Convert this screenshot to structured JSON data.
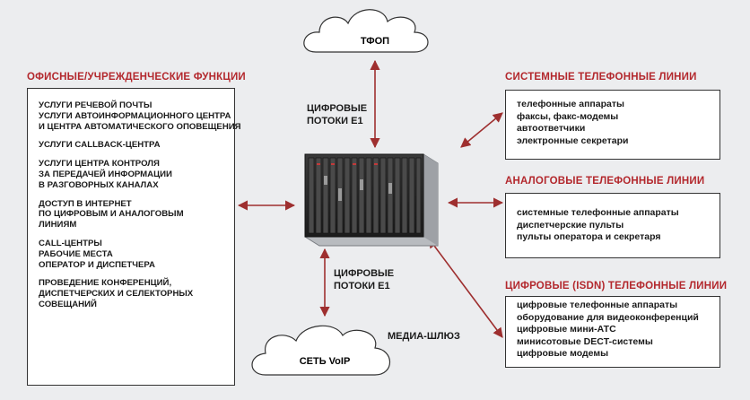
{
  "clouds": {
    "top": "ТФОП",
    "bottom": "СЕТЬ VoIP"
  },
  "center": {
    "top_label": [
      "ЦИФРОВЫЕ",
      "ПОТОКИ Е1"
    ],
    "bottom_label": [
      "ЦИФРОВЫЕ",
      "ПОТОКИ Е1"
    ],
    "gateway_label": "МЕДИА-ШЛЮЗ"
  },
  "left": {
    "heading": "ОФИСНЫЕ/УЧРЕЖДЕНЧЕСКИЕ ФУНКЦИИ",
    "groups": [
      [
        "УСЛУГИ РЕЧЕВОЙ ПОЧТЫ",
        "УСЛУГИ АВТОИНФОРМАЦИОННОГО ЦЕНТРА",
        "И ЦЕНТРА АВТОМАТИЧЕСКОГО ОПОВЕЩЕНИЯ"
      ],
      [
        "УСЛУГИ CALLBACK-ЦЕНТРА"
      ],
      [
        "УСЛУГИ ЦЕНТРА КОНТРОЛЯ",
        "ЗА ПЕРЕДАЧЕЙ ИНФОРМАЦИИ",
        "В РАЗГОВОРНЫХ КАНАЛАХ"
      ],
      [
        "ДОСТУП В ИНТЕРНЕТ",
        "ПО ЦИФРОВЫМ И АНАЛОГОВЫМ",
        "ЛИНИЯМ"
      ],
      [
        "CALL-ЦЕНТРЫ",
        "РАБОЧИЕ МЕСТА",
        "ОПЕРАТОР И ДИСПЕТЧЕРА"
      ],
      [
        "ПРОВЕДЕНИЕ КОНФЕРЕНЦИЙ,",
        "ДИСПЕТЧЕРСКИХ И СЕЛЕКТОРНЫХ",
        "СОВЕЩАНИЙ"
      ]
    ]
  },
  "right": {
    "system": {
      "heading": "СИСТЕМНЫЕ ТЕЛЕФОННЫЕ ЛИНИИ",
      "items": [
        "телефонные аппараты",
        "факсы, факс-модемы",
        "автоответчики",
        "электронные секретари"
      ]
    },
    "analog": {
      "heading": "АНАЛОГОВЫЕ ТЕЛЕФОННЫЕ ЛИНИИ",
      "items": [
        "системные телефонные аппараты",
        "диспетчерские пульты",
        "пульты оператора и секретаря"
      ]
    },
    "isdn": {
      "heading": "ЦИФРОВЫЕ (ISDN) ТЕЛЕФОННЫЕ ЛИНИИ",
      "items": [
        "цифровые телефонные аппараты",
        "оборудование для видеоконференций",
        "цифровые мини-АТС",
        "минисотовые DECT-системы",
        "цифровые модемы"
      ]
    }
  },
  "colors": {
    "accent": "#b3282d",
    "arrow": "#9e2f2f",
    "background": "#ecedef"
  }
}
